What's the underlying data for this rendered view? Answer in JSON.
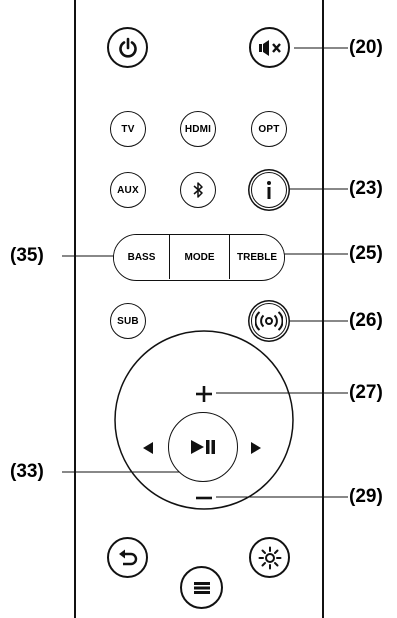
{
  "remote": {
    "buttons": {
      "tv": "TV",
      "hdmi": "HDMI",
      "opt": "OPT",
      "aux": "AUX",
      "bass": "BASS",
      "mode": "MODE",
      "treble": "TREBLE",
      "sub": "SUB"
    },
    "callouts": {
      "c20": "(20)",
      "c23": "(23)",
      "c25": "(25)",
      "c26": "(26)",
      "c27": "(27)",
      "c29": "(29)",
      "c33": "(33)",
      "c35": "(35)"
    },
    "icons": [
      "power-icon",
      "mute-icon",
      "bluetooth-icon",
      "info-icon",
      "surround-icon",
      "plus-icon",
      "minus-icon",
      "left-arrow-icon",
      "right-arrow-icon",
      "play-pause-icon",
      "back-icon",
      "menu-icon",
      "brightness-icon"
    ]
  }
}
